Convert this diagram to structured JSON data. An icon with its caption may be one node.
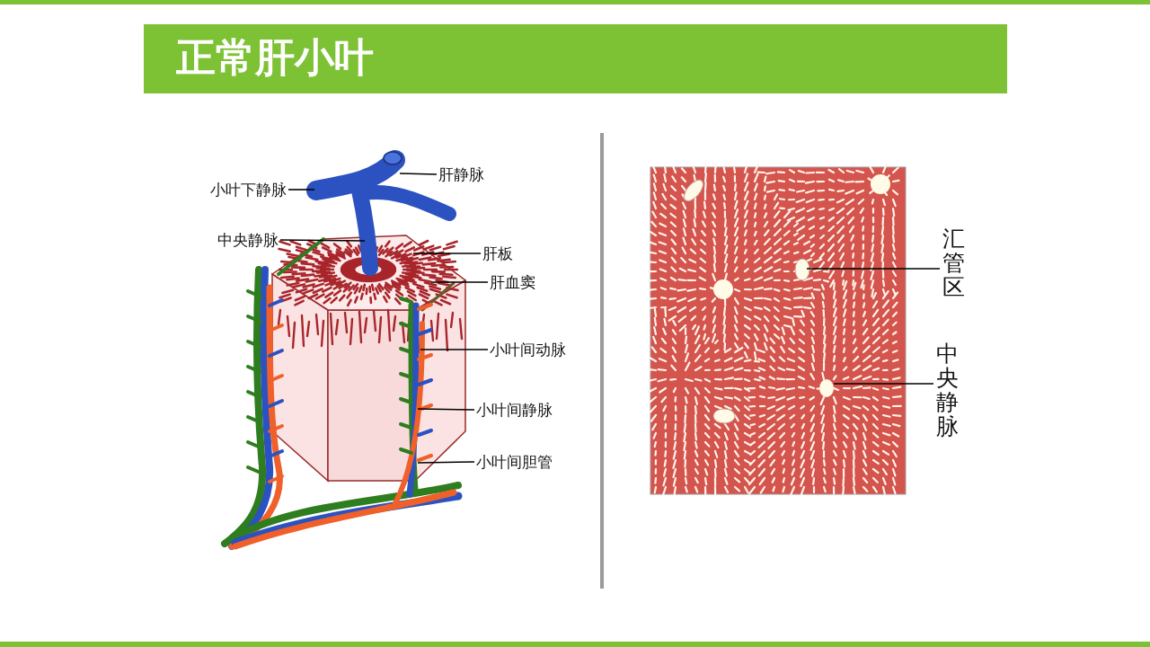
{
  "diagram": {
    "title": "正常肝小叶",
    "nodes": [
      {
        "text": [
          "肝静脉"
        ]
      },
      {
        "text": [
          "小叶下静脉"
        ]
      },
      {
        "text": [
          "中央静脉"
        ]
      },
      {
        "text": [
          "肝板"
        ]
      },
      {
        "text": [
          "肝血窦"
        ]
      },
      {
        "text": [
          "小叶间动脉"
        ]
      },
      {
        "text": [
          "小叶间静脉"
        ]
      },
      {
        "text": [
          "小叶间胆管"
        ]
      },
      {
        "text": [
          "汇管区"
        ]
      },
      {
        "text": [
          "中央静脉"
        ]
      }
    ],
    "edges": [
      {
        "from": 0,
        "to": null,
        "arrow": "none"
      },
      {
        "from": 1,
        "to": null,
        "arrow": "none"
      },
      {
        "from": 2,
        "to": null,
        "arrow": "none"
      },
      {
        "from": 3,
        "to": null,
        "arrow": "none"
      },
      {
        "from": 4,
        "to": null,
        "arrow": "none"
      },
      {
        "from": 5,
        "to": null,
        "arrow": "none"
      },
      {
        "from": 6,
        "to": null,
        "arrow": "none"
      },
      {
        "from": 7,
        "to": null,
        "arrow": "none"
      },
      {
        "from": 8,
        "to": null,
        "arrow": "none"
      },
      {
        "from": 9,
        "to": null,
        "arrow": "none"
      }
    ]
  }
}
